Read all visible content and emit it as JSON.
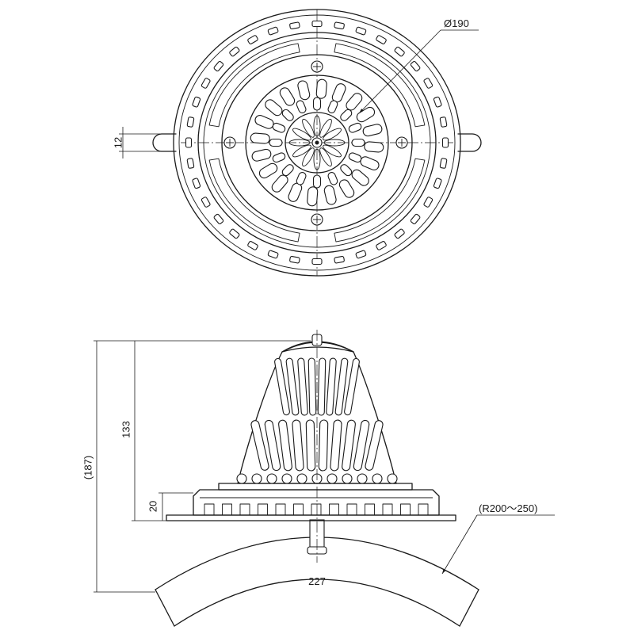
{
  "drawing": {
    "plan_view": {
      "diameter_label": "Ø190",
      "flange_width_label": "12"
    },
    "side_view": {
      "overall_height_label": "(187)",
      "dome_height_label": "133",
      "flange_height_label": "20",
      "width_label": "227",
      "radius_label": "(R200～250)"
    }
  }
}
